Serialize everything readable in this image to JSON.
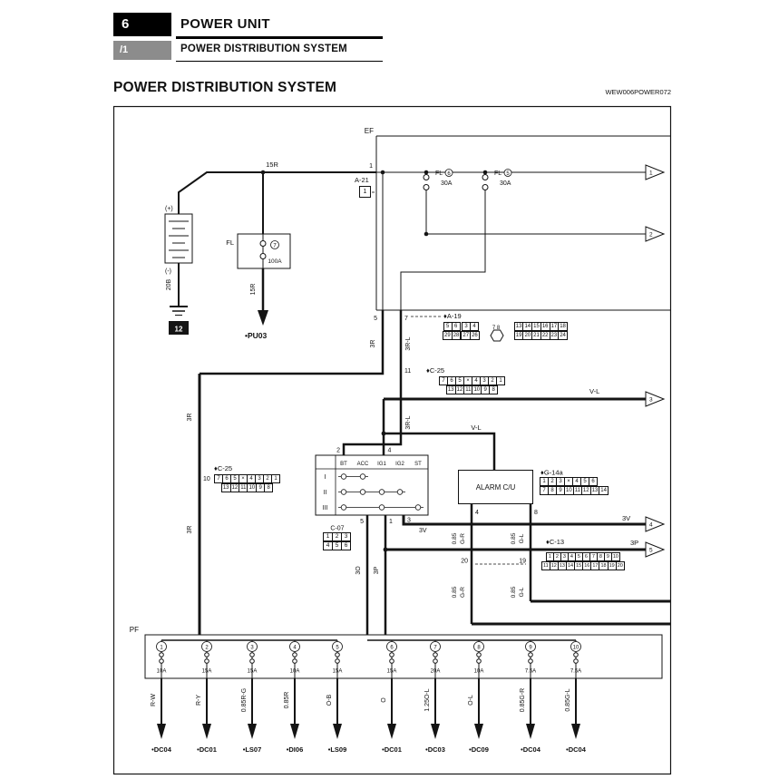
{
  "header": {
    "chapter_number": "6",
    "chapter_title": "POWER UNIT",
    "section_number": "/1",
    "section_title": "POWER DISTRIBUTION SYSTEM"
  },
  "page": {
    "title": "POWER DISTRIBUTION SYSTEM",
    "code": "WEW006POWER072"
  },
  "zones": {
    "ef": "EF",
    "pf": "PF"
  },
  "battery": {
    "plus": "(+)",
    "minus": "(-)",
    "wire_pos": "15R",
    "wire_neg": "20B",
    "ground_ref": "12"
  },
  "fl_main": {
    "name": "FL",
    "pin": "7",
    "amp": "100A",
    "wire": "15R",
    "dest": "•PU03"
  },
  "a21": {
    "label": "A-21",
    "entry_pin": "1",
    "cells": [
      "1"
    ]
  },
  "ef_fuses": [
    {
      "name": "FL",
      "pin": "6",
      "amp": "30A"
    },
    {
      "name": "FL",
      "pin": "5",
      "amp": "30A"
    }
  ],
  "a19": {
    "label": "♦A-19",
    "pins": [
      "5",
      "7"
    ],
    "mid": "7 8",
    "gridA": [
      [
        "5",
        "6"
      ],
      [
        "29",
        "28"
      ]
    ],
    "gridB": [
      [
        "3",
        "4"
      ],
      [
        "27",
        "26"
      ]
    ],
    "gridC": [
      [
        "13",
        "14",
        "15",
        "16",
        "17",
        "18"
      ],
      [
        "19",
        "20",
        "21",
        "22",
        "23",
        "24"
      ]
    ]
  },
  "c25": {
    "label": "♦C-25",
    "pin_top": "11",
    "pin_left": "10",
    "row1": [
      "7",
      "6",
      "5",
      "×",
      "4",
      "3",
      "2",
      "1"
    ],
    "row2": [
      "13",
      "12",
      "11",
      "10",
      "9",
      "8"
    ]
  },
  "ignition": {
    "label": "C-07",
    "cols": [
      "BT",
      "ACC",
      "IG1",
      "IG2",
      "ST"
    ],
    "rows": [
      "I",
      "II",
      "III"
    ],
    "pins_top": [
      "2",
      "4"
    ],
    "pins_bottom": [
      "5",
      "1",
      "3"
    ],
    "grid": [
      [
        "1",
        "2",
        "3"
      ],
      [
        "4",
        "5",
        "6"
      ]
    ]
  },
  "alarm": {
    "title": "ALARM C/U",
    "pins": [
      "4",
      "8"
    ],
    "junctions": [
      "20",
      "19"
    ]
  },
  "g14a": {
    "label": "♦G-14a",
    "row1": [
      "1",
      "2",
      "3",
      "×",
      "4",
      "5",
      "6"
    ],
    "row2": [
      "7",
      "8",
      "9",
      "10",
      "11",
      "12",
      "13",
      "14"
    ]
  },
  "c13": {
    "label": "♦C-13",
    "row1": [
      "1",
      "2",
      "3",
      "4",
      "5",
      "6",
      "7",
      "8",
      "9",
      "10"
    ],
    "row2": [
      "11",
      "12",
      "13",
      "14",
      "15",
      "16",
      "17",
      "18",
      "19",
      "20"
    ]
  },
  "wires": {
    "r3": "3R",
    "r3l": "3R-L",
    "vl": "V-L",
    "o3": "3O",
    "p3": "3P",
    "v3": "3V",
    "gr": {
      "size": "0.85",
      "color": "G-R"
    },
    "gl": {
      "size": "0.85",
      "color": "G-L"
    }
  },
  "pf": {
    "fuses": [
      {
        "pin": "1",
        "amp": "10A"
      },
      {
        "pin": "2",
        "amp": "15A"
      },
      {
        "pin": "3",
        "amp": "15A"
      },
      {
        "pin": "4",
        "amp": "10A"
      },
      {
        "pin": "5",
        "amp": "15A"
      },
      {
        "pin": "6",
        "amp": "15A"
      },
      {
        "pin": "7",
        "amp": "20A"
      },
      {
        "pin": "8",
        "amp": "10A"
      },
      {
        "pin": "9",
        "amp": "7.5A"
      },
      {
        "pin": "10",
        "amp": "7.5A"
      }
    ]
  },
  "outputs": {
    "wires": [
      "R-W",
      "R-Y",
      "0.85R-G",
      "0.85R",
      "O-B",
      "O",
      "1.25O-L",
      "O-L",
      "0.85G-R",
      "0.85G-L"
    ],
    "destinations": [
      "•DC04",
      "•DC01",
      "•LS07",
      "•DI06",
      "•LS09",
      "•DC01",
      "•DC03",
      "•DC09",
      "•DC04",
      "•DC04"
    ]
  },
  "exits": [
    "1",
    "2",
    "3",
    "4",
    "5"
  ]
}
